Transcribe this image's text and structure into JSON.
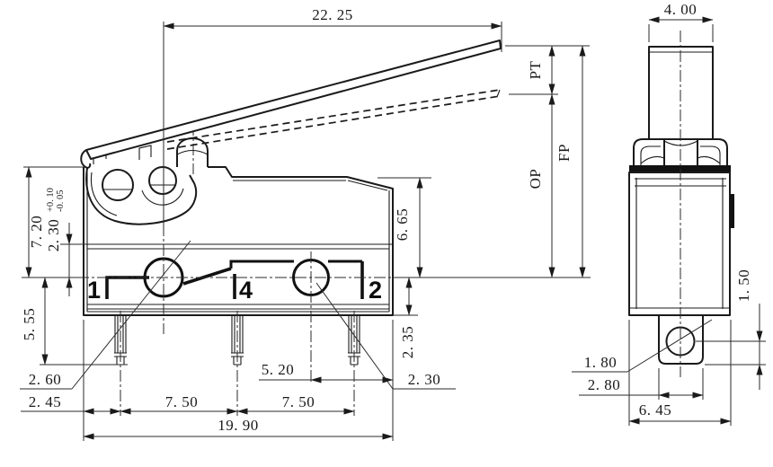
{
  "drawing": {
    "background": "#ffffff",
    "line_color": "#1a1a1a",
    "front": {
      "terminals": {
        "one": "1",
        "four": "4",
        "two": "2"
      },
      "dims": {
        "lever_length": "22. 25",
        "height": "7. 20",
        "pivot": "2. 30",
        "pivot_plus": "+0. 10",
        "pivot_minus": "-0. 05",
        "pin_length": "5. 55",
        "hole_left": "2. 60",
        "pin_offset": "2. 45",
        "pitch1": "7. 50",
        "pitch2": "7. 50",
        "width": "19. 90",
        "hole_right_offset": "5. 20",
        "hole_right": "2. 30",
        "body_height": "6. 65",
        "base_height": "2. 35",
        "pretravel": "PT",
        "free_position": "FP",
        "operating_position": "OP"
      }
    },
    "side": {
      "dims": {
        "plunger_width": "4. 00",
        "hole_offset": "1. 50",
        "hole": "1. 80",
        "tab_width": "2. 80",
        "body_depth": "6. 45"
      }
    }
  }
}
